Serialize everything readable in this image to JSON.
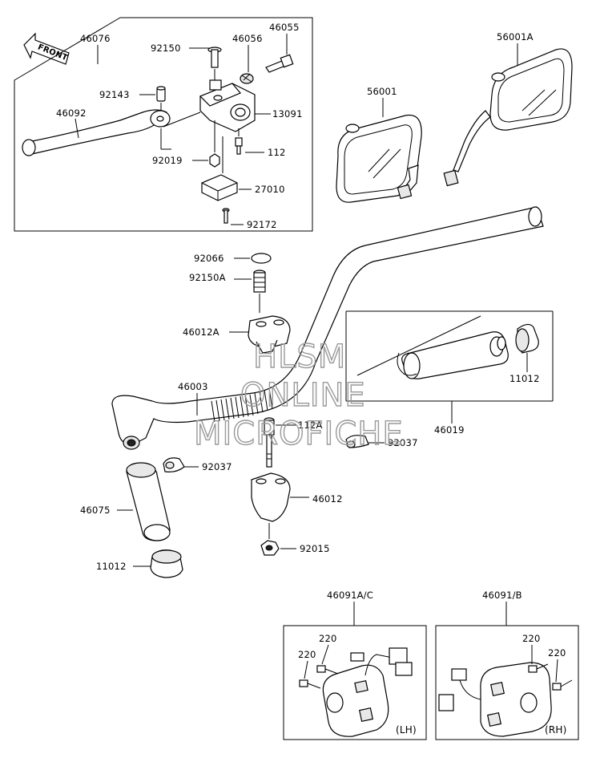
{
  "front_label": "FRONT",
  "watermark": [
    "HLSM",
    "ONLINE",
    "MICROFICHE"
  ],
  "labels": {
    "p46076": "46076",
    "p92150": "92150",
    "p46056": "46056",
    "p46055": "46055",
    "p92143": "92143",
    "p46092": "46092",
    "p13091": "13091",
    "p112": "112",
    "p92019": "92019",
    "p27010": "27010",
    "p92172": "92172",
    "p56001": "56001",
    "p56001A": "56001A",
    "p92066": "92066",
    "p92150A": "92150A",
    "p46012A": "46012A",
    "p46003": "46003",
    "p11012_right": "11012",
    "p112A": "112A",
    "p92037_right": "92037",
    "p46019": "46019",
    "p92037_left": "92037",
    "p46075": "46075",
    "p46012": "46012",
    "p11012_left": "11012",
    "p92015": "92015",
    "p46091AC": "46091A/C",
    "p46091B": "46091/B",
    "p220_lh_a": "220",
    "p220_lh_b": "220",
    "p220_rh_a": "220",
    "p220_rh_b": "220",
    "lh": "(LH)",
    "rh": "(RH)"
  }
}
